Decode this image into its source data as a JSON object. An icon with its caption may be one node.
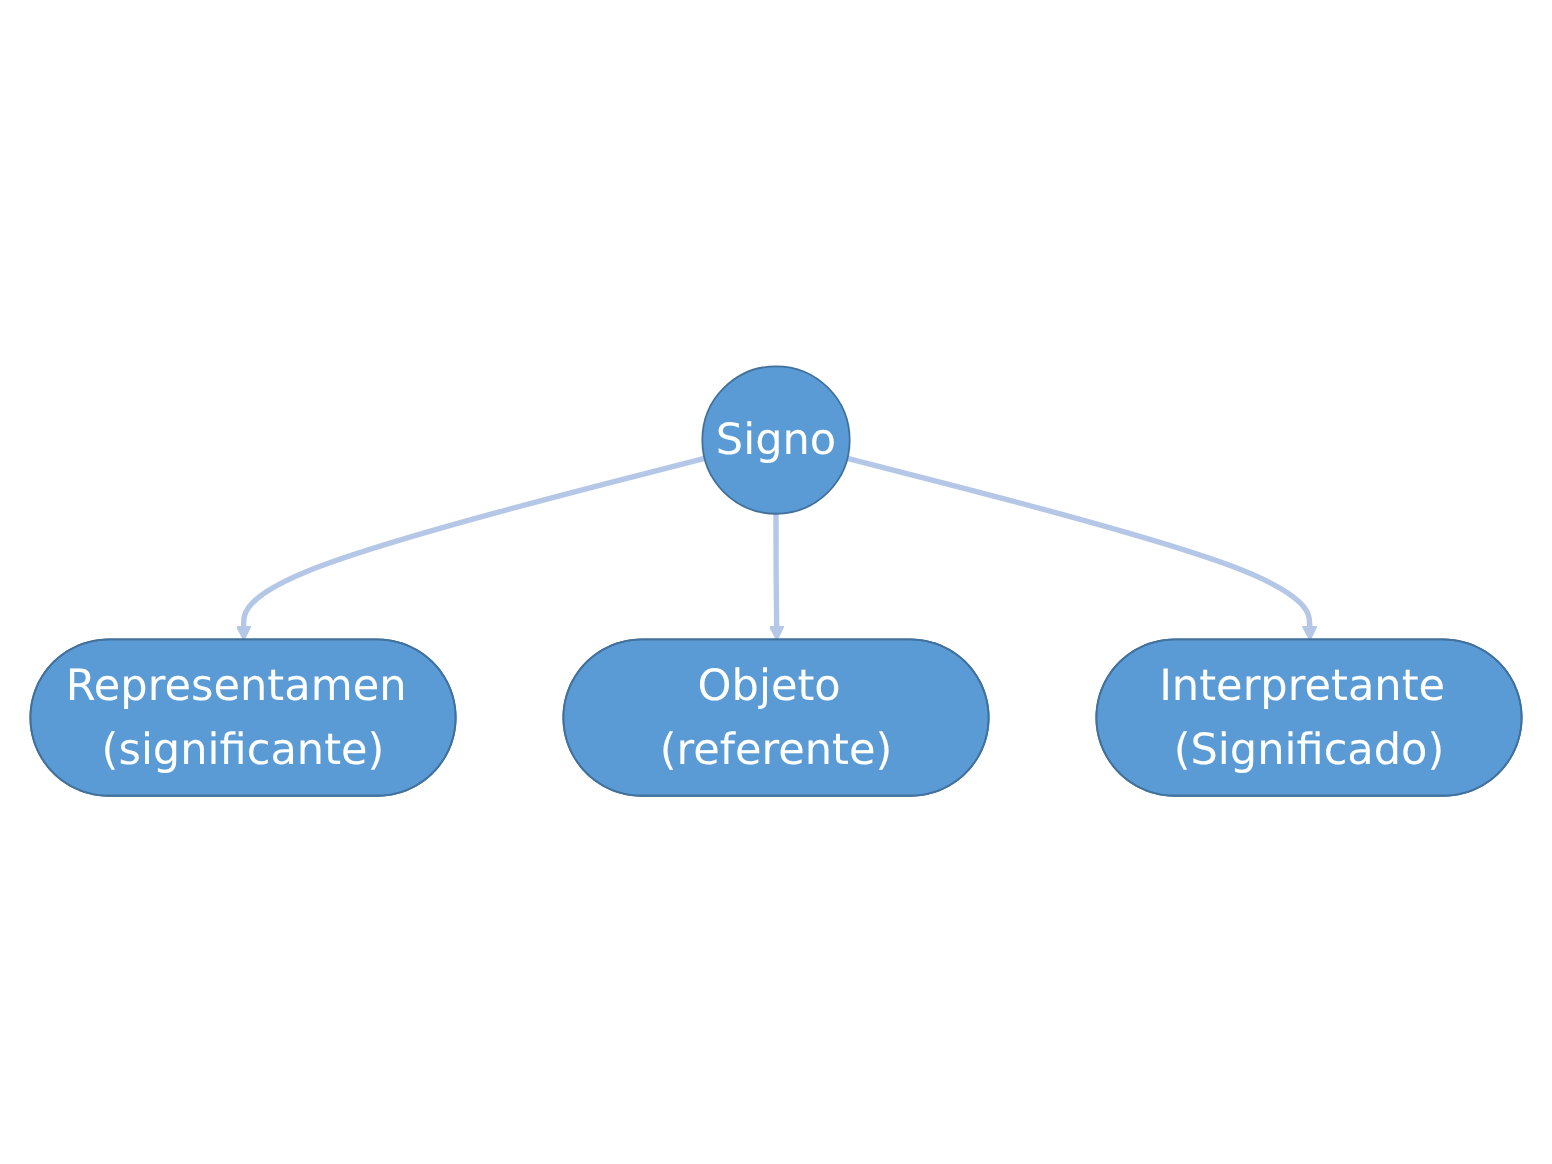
{
  "diagram": {
    "nodes": [
      {
        "text": [
          "Representamen (significante)"
        ]
      },
      {
        "text": [
          "Signo"
        ]
      },
      {
        "text": [
          "Objeto (referente)"
        ]
      },
      {
        "text": [
          "Interpretante (Significado)"
        ]
      }
    ],
    "edges": [
      {
        "from": 1,
        "to": 0,
        "arrow": "to"
      },
      {
        "from": 1,
        "to": 2,
        "arrow": "to"
      },
      {
        "from": 1,
        "to": 3,
        "arrow": "to"
      }
    ]
  }
}
